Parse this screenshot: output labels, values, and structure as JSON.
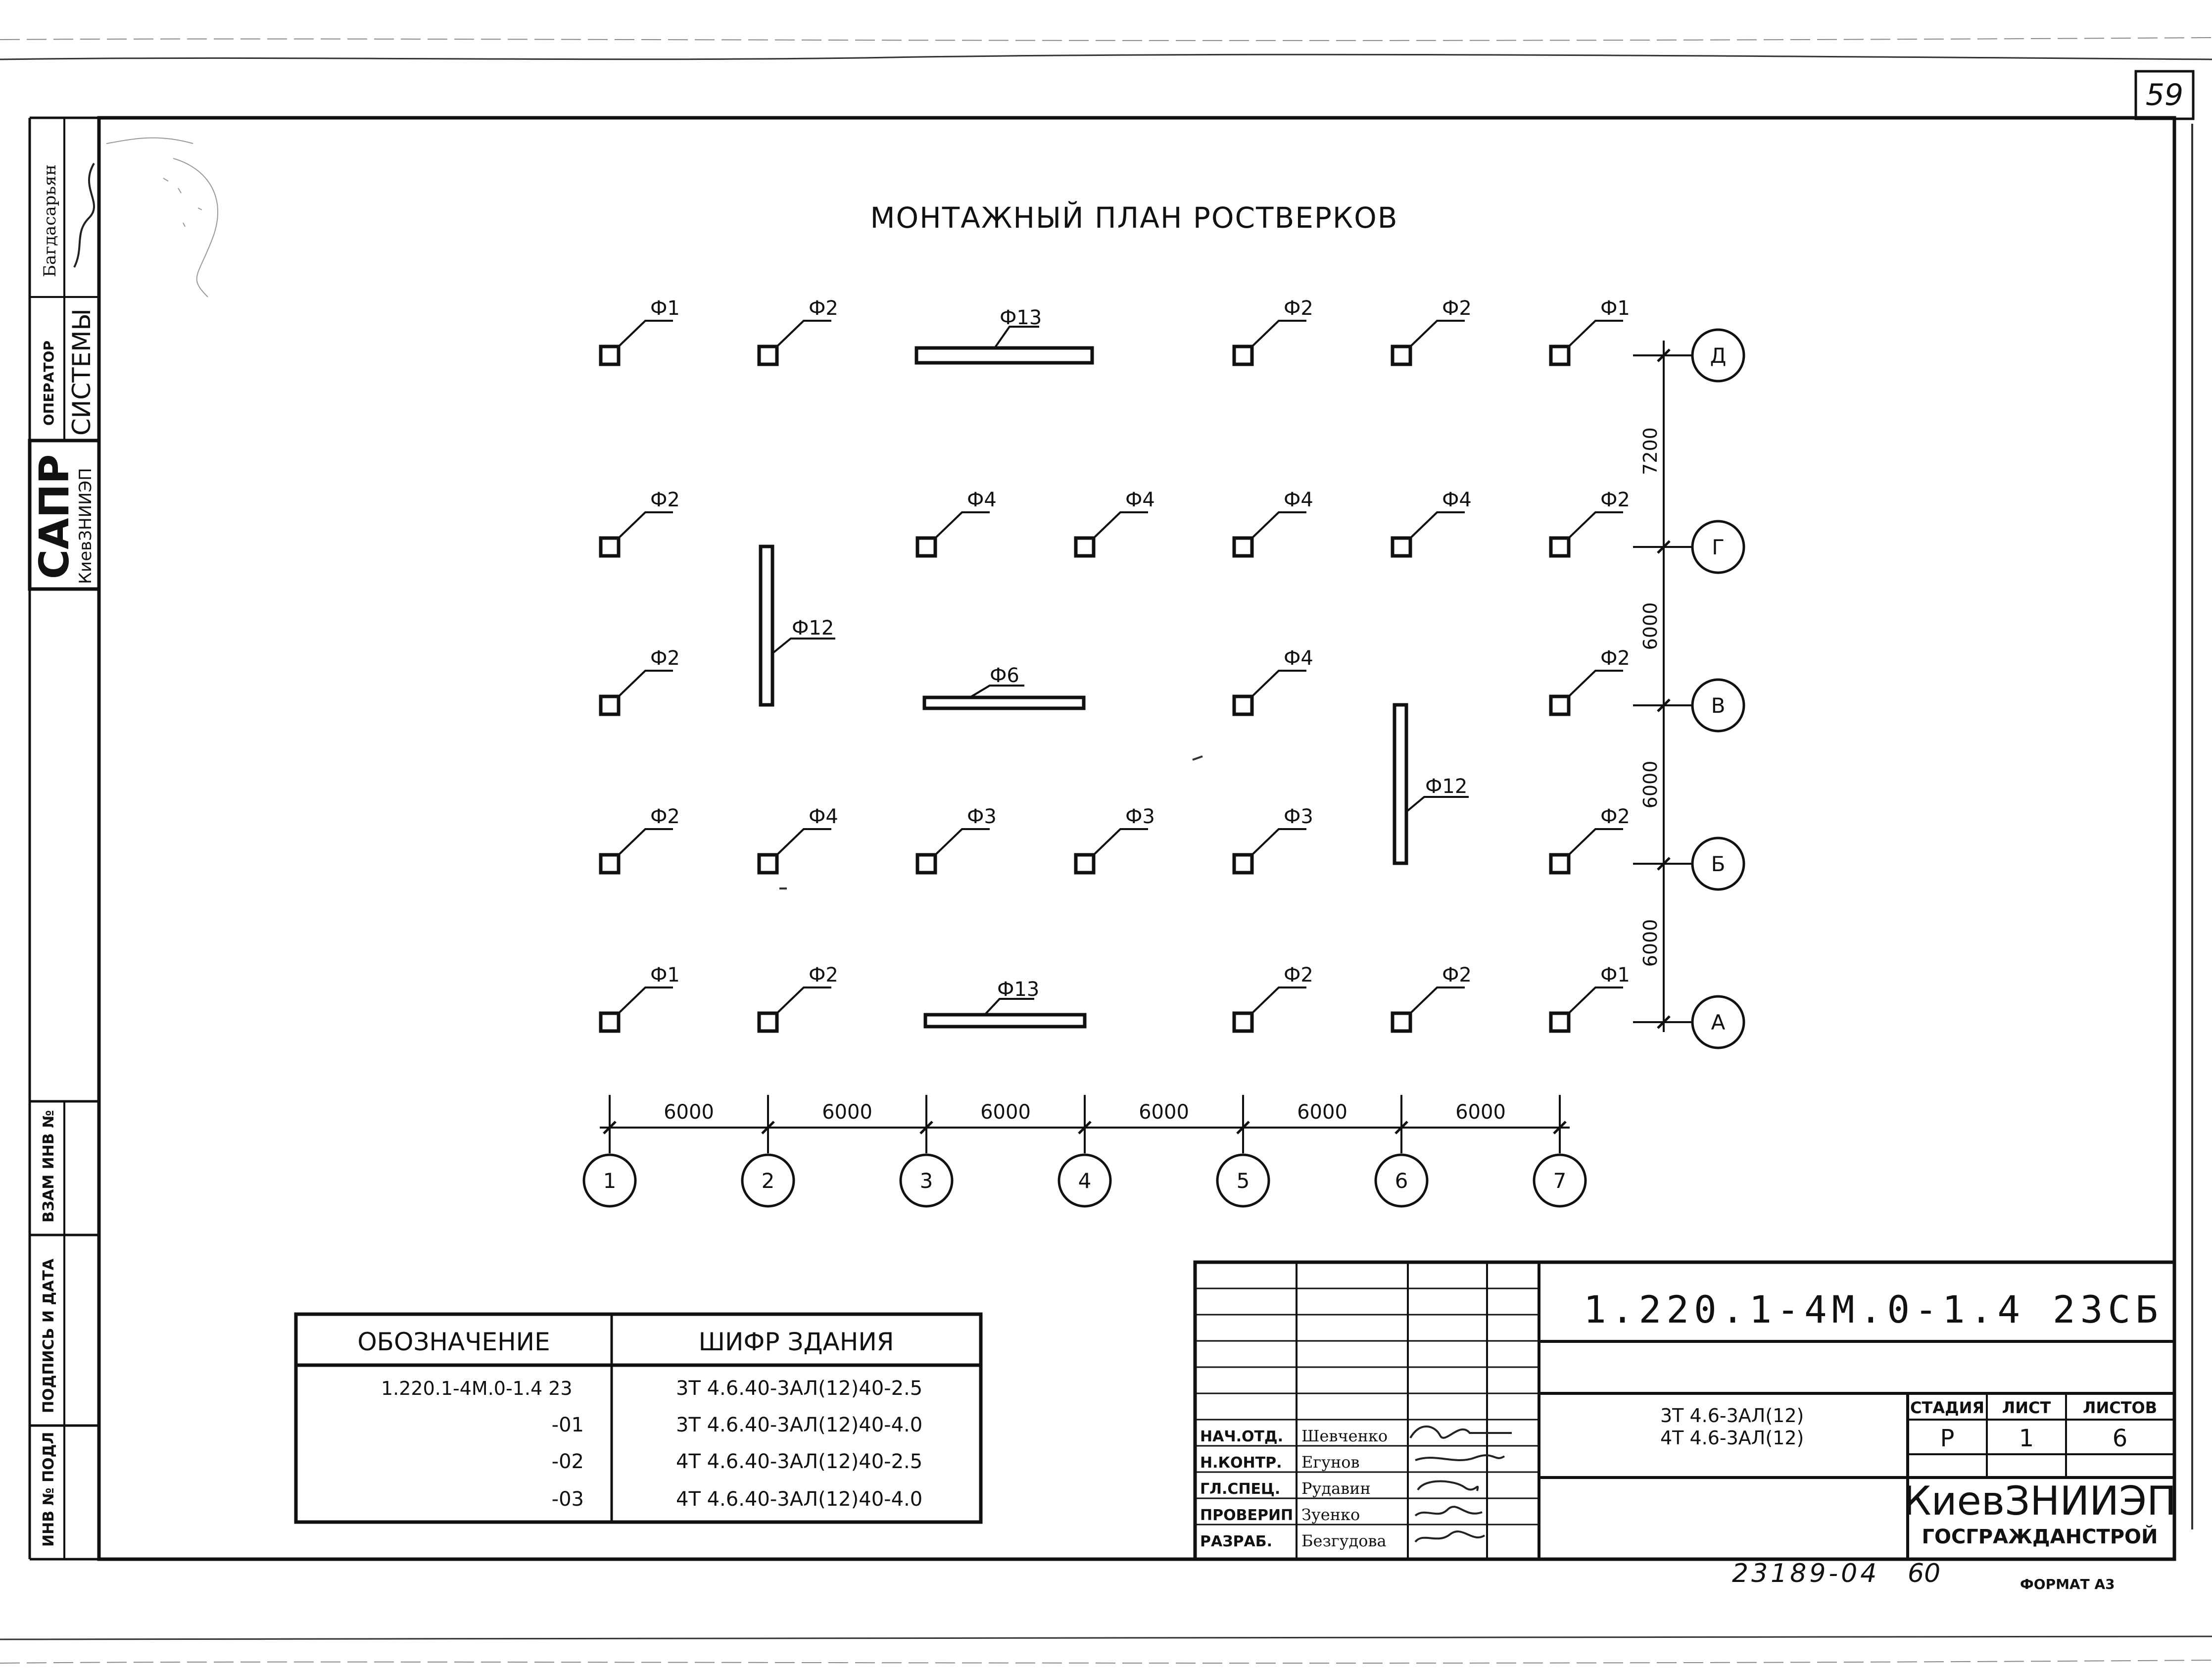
{
  "page_number": "59",
  "title": "МОНТАЖНЫЙ ПЛАН РОСТВЕРКОВ",
  "left_strip": {
    "person_name": "Багдасарьян",
    "operator_line1": "ОПЕРАТОР",
    "operator_line2": "СИСТЕМЫ",
    "sapr": "САПР",
    "institute": "КиевЗНИИЭП",
    "vzam_inv": "ВЗАМ ИНВ №",
    "podpis_data": "ПОДПИСЬ И ДАТА",
    "inv_podl": "ИНВ № ПОДЛ"
  },
  "plan": {
    "axes_letters": [
      "Д",
      "Г",
      "В",
      "Б",
      "А"
    ],
    "axes_numbers": [
      "1",
      "2",
      "3",
      "4",
      "5",
      "6",
      "7"
    ],
    "vertical_spacings": [
      "7200",
      "6000",
      "6000",
      "6000"
    ],
    "horizontal_spacings": [
      "6000",
      "6000",
      "6000",
      "6000",
      "6000",
      "6000"
    ],
    "rows": [
      [
        "Ф1",
        "Ф2",
        "Ф2",
        "Ф2",
        "Ф1"
      ],
      [
        "Ф2",
        "Ф4",
        "Ф4",
        "Ф4",
        "Ф4",
        "Ф2"
      ],
      [
        "Ф2",
        "Ф4",
        "Ф2"
      ],
      [
        "Ф2",
        "Ф4",
        "Ф3",
        "Ф3",
        "Ф3",
        "Ф2"
      ],
      [
        "Ф1",
        "Ф2",
        "Ф2",
        "Ф2",
        "Ф1"
      ]
    ],
    "strip_labels": [
      "Ф13",
      "Ф12",
      "Ф6",
      "Ф12",
      "Ф13"
    ]
  },
  "designation_table": {
    "headers": [
      "ОБОЗНАЧЕНИЕ",
      "ШИФР ЗДАНИЯ"
    ],
    "rows": [
      [
        "1.220.1-4М.0-1.4 23",
        "3Т 4.6.40-3АЛ(12)40-2.5"
      ],
      [
        "-01",
        "3Т 4.6.40-3АЛ(12)40-4.0"
      ],
      [
        "-02",
        "4Т 4.6.40-3АЛ(12)40-2.5"
      ],
      [
        "-03",
        "4Т 4.6.40-3АЛ(12)40-4.0"
      ]
    ]
  },
  "title_block": {
    "code": "1.220.1-4М.0-1.4 23СБ",
    "subtitle_line1": "3Т 4.6-3АЛ(12)",
    "subtitle_line2": "4Т 4.6-3АЛ(12)",
    "stage_header": "СТАДИЯ",
    "sheet_header": "ЛИСТ",
    "sheets_header": "ЛИСТОВ",
    "stage_value": "Р",
    "sheet_value": "1",
    "sheets_value": "6",
    "org_name": "КиевЗНИИЭП",
    "org_sub": "ГОСГРАЖДАНСТРОЙ",
    "roles": [
      "НАЧ.ОТД.",
      "Н.КОНТР.",
      "ГЛ.СПЕЦ.",
      "ПРОВЕРИП",
      "РАЗРАБ."
    ],
    "names": [
      "Шевченко",
      "Егунов",
      "Рудавин",
      "Зуенко",
      "Безгудова"
    ]
  },
  "bottom_note": "23189-04",
  "bottom_note2": "60",
  "format_label": "ФОРМАТ А3"
}
